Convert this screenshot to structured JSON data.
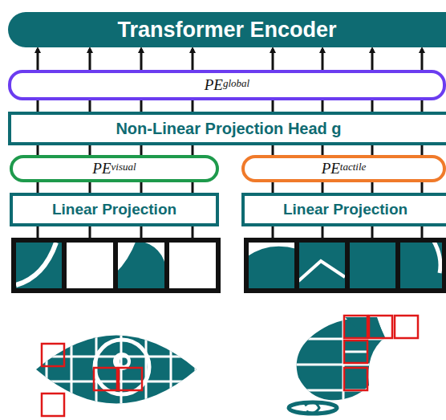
{
  "diagram": {
    "nodes": [
      {
        "text": [
          "Transformer Encoder"
        ]
      },
      {
        "text": [
          "PE",
          "global"
        ]
      },
      {
        "text": [
          "Non-Linear Projection Head g"
        ]
      },
      {
        "text": [
          "PE",
          "visual"
        ]
      },
      {
        "text": [
          "PE",
          "tactile"
        ]
      },
      {
        "text": [
          "Linear Projection"
        ]
      },
      {
        "text": [
          "Linear Projection"
        ]
      }
    ],
    "edges": [
      {
        "from": 1,
        "to": 0,
        "arrow": "to"
      },
      {
        "from": 1,
        "to": 0,
        "arrow": "to"
      },
      {
        "from": 1,
        "to": 0,
        "arrow": "to"
      },
      {
        "from": 1,
        "to": 0,
        "arrow": "to"
      },
      {
        "from": 1,
        "to": 0,
        "arrow": "to"
      },
      {
        "from": 1,
        "to": 0,
        "arrow": "to"
      },
      {
        "from": 1,
        "to": 0,
        "arrow": "to"
      },
      {
        "from": 1,
        "to": 0,
        "arrow": "to"
      },
      {
        "from": 2,
        "to": 1,
        "arrow": "none"
      },
      {
        "from": 2,
        "to": 1,
        "arrow": "none"
      },
      {
        "from": 2,
        "to": 1,
        "arrow": "none"
      },
      {
        "from": 2,
        "to": 1,
        "arrow": "none"
      },
      {
        "from": 2,
        "to": 1,
        "arrow": "none"
      },
      {
        "from": 2,
        "to": 1,
        "arrow": "none"
      },
      {
        "from": 2,
        "to": 1,
        "arrow": "none"
      },
      {
        "from": 2,
        "to": 1,
        "arrow": "none"
      },
      {
        "from": 3,
        "to": 2,
        "arrow": "none"
      },
      {
        "from": 3,
        "to": 2,
        "arrow": "none"
      },
      {
        "from": 3,
        "to": 2,
        "arrow": "none"
      },
      {
        "from": 3,
        "to": 2,
        "arrow": "none"
      },
      {
        "from": 4,
        "to": 2,
        "arrow": "none"
      },
      {
        "from": 4,
        "to": 2,
        "arrow": "none"
      },
      {
        "from": 4,
        "to": 2,
        "arrow": "none"
      },
      {
        "from": 4,
        "to": 2,
        "arrow": "none"
      },
      {
        "from": 5,
        "to": 3,
        "arrow": "none"
      },
      {
        "from": 5,
        "to": 3,
        "arrow": "none"
      },
      {
        "from": 5,
        "to": 3,
        "arrow": "none"
      },
      {
        "from": 5,
        "to": 3,
        "arrow": "none"
      },
      {
        "from": 6,
        "to": 4,
        "arrow": "none"
      },
      {
        "from": 6,
        "to": 4,
        "arrow": "none"
      },
      {
        "from": 6,
        "to": 4,
        "arrow": "none"
      },
      {
        "from": 6,
        "to": 4,
        "arrow": "none"
      }
    ]
  }
}
